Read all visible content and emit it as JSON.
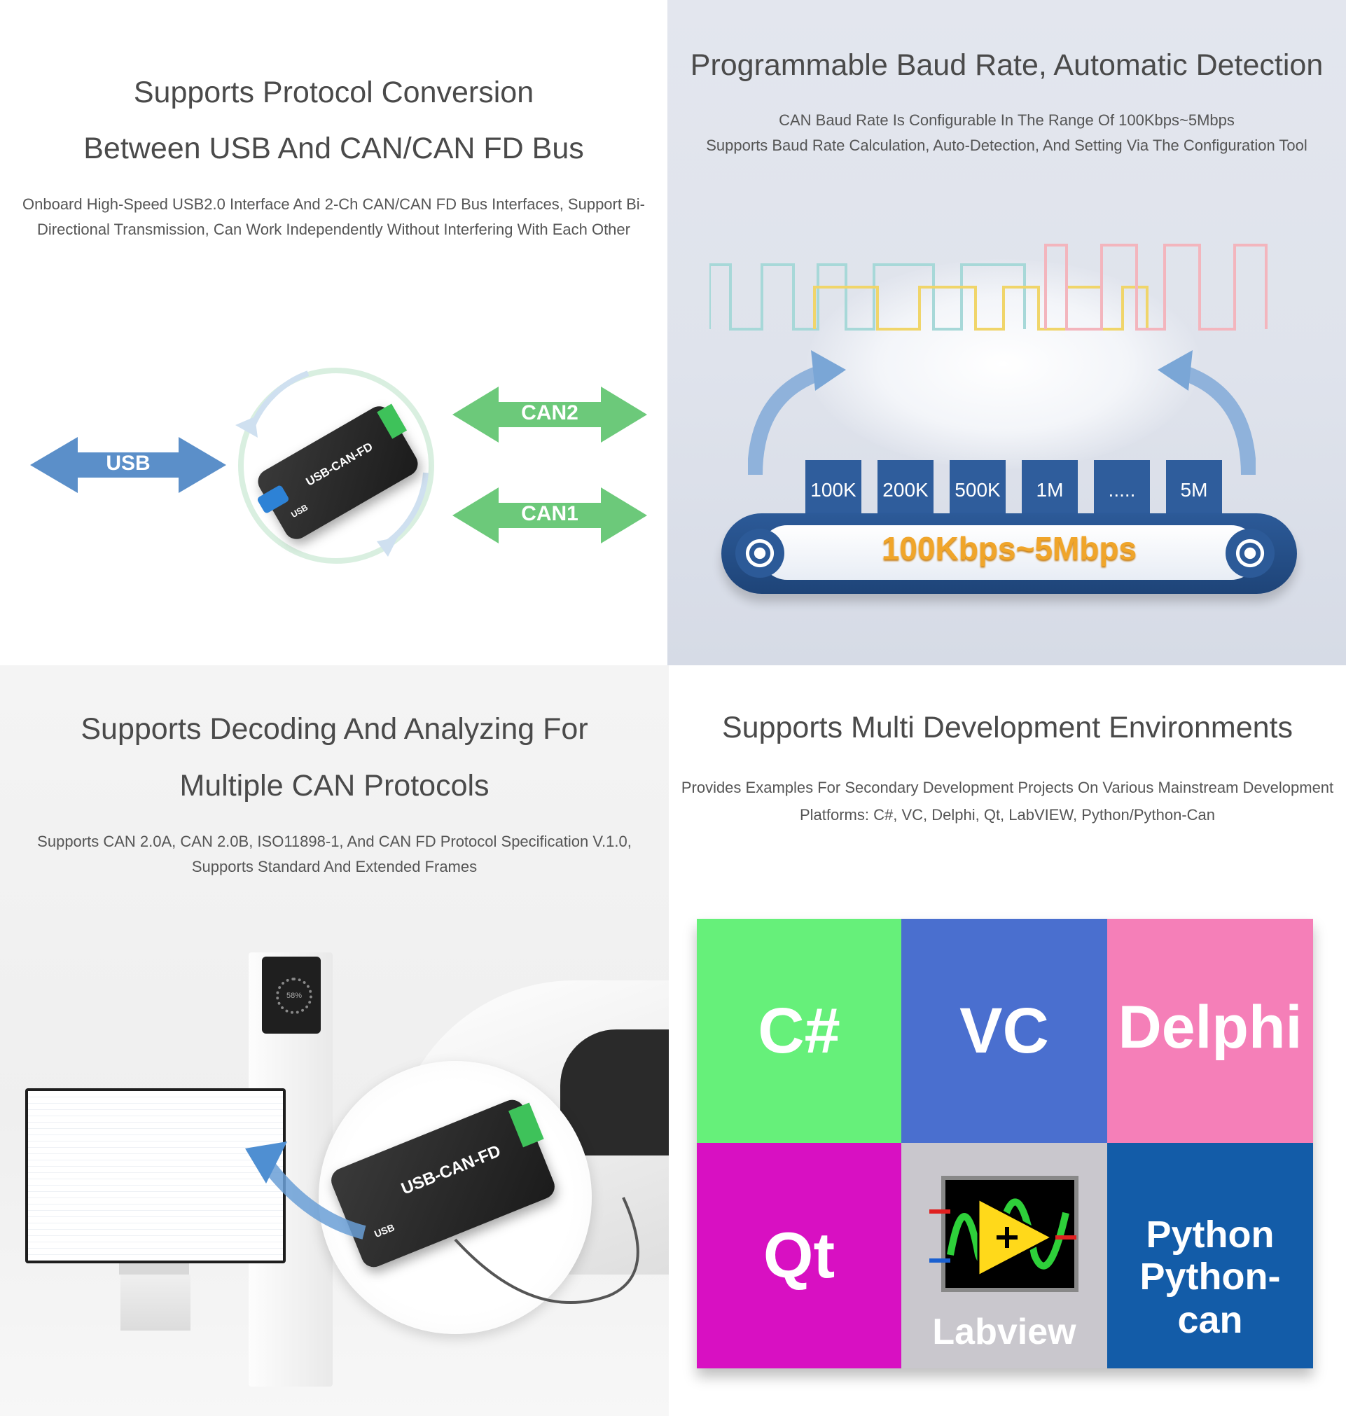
{
  "panels": {
    "protocol": {
      "title_line1": "Supports Protocol Conversion",
      "title_line2": "Between USB And CAN/CAN FD Bus",
      "desc_line1": "Onboard High-Speed USB2.0 Interface And 2-Ch CAN/CAN FD Bus Interfaces, Support Bi-",
      "desc_line2": "Directional Transmission, Can Work Independently Without Interfering With Each Other",
      "usb_label": "USB",
      "can2_label": "CAN2",
      "can1_label": "CAN1",
      "device_label": "USB-CAN-FD",
      "device_port": "USB",
      "colors": {
        "usb_arrow": "#5b8fc9",
        "can_arrow": "#6cc97a"
      }
    },
    "baud": {
      "title": "Programmable Baud Rate, Automatic Detection",
      "desc_line1": "CAN Baud Rate Is Configurable In The Range Of 100Kbps~5Mbps",
      "desc_line2": "Supports Baud Rate Calculation, Auto-Detection, And Setting Via The Configuration Tool",
      "rates": [
        "100K",
        "200K",
        "500K",
        "1M",
        ".....",
        "5M"
      ],
      "range_label": "100Kbps~5Mbps"
    },
    "decoding": {
      "title_line1": "Supports Decoding And Analyzing For",
      "title_line2": "Multiple CAN Protocols",
      "desc_line1": "Supports CAN 2.0A, CAN 2.0B, ISO11898-1, And CAN FD Protocol Specification V.1.0,",
      "desc_line2": "Supports Standard And Extended Frames",
      "device_label": "USB-CAN-FD",
      "device_port": "USB",
      "charger_percent": "58%"
    },
    "dev_env": {
      "title": "Supports Multi Development Environments",
      "desc_line1": "Provides Examples For Secondary Development Projects On Various Mainstream Development",
      "desc_line2": "Platforms: C#, VC, Delphi, Qt, LabVIEW, Python/Python-Can",
      "tiles": [
        {
          "label": "C#",
          "color": "#66f07a"
        },
        {
          "label": "VC",
          "color": "#4a6fcf"
        },
        {
          "label": "Delphi",
          "color": "#f57fb8"
        },
        {
          "label": "Qt",
          "color": "#d810c2"
        },
        {
          "label": "Labview",
          "color": "#c9c7cd"
        },
        {
          "label": "Python",
          "label2": "Python-can",
          "color": "#135ca8"
        }
      ]
    }
  }
}
